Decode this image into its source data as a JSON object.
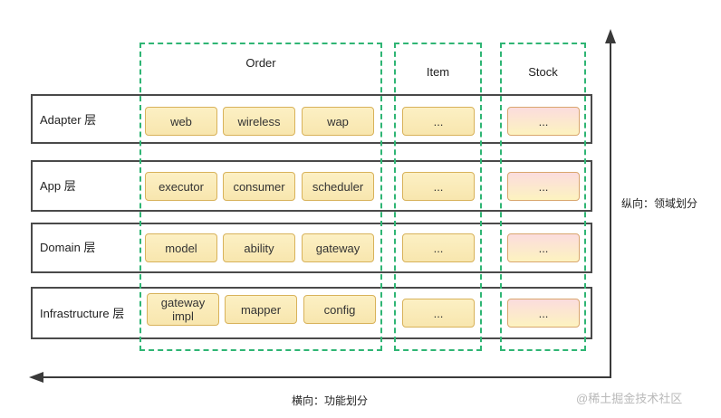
{
  "layers": [
    "Adapter 层",
    "App 层",
    "Domain 层",
    "Infrastructure 层"
  ],
  "domains": {
    "order": "Order",
    "item": "Item",
    "stock": "Stock"
  },
  "order_cells": {
    "adapter": [
      "web",
      "wireless",
      "wap"
    ],
    "app": [
      "executor",
      "consumer",
      "scheduler"
    ],
    "domain": [
      "model",
      "ability",
      "gateway"
    ],
    "infrastructure": [
      "gateway\nimpl",
      "mapper",
      "config"
    ]
  },
  "placeholder": "...",
  "axes": {
    "vertical": "纵向：领域划分",
    "horizontal": "横向：功能划分"
  },
  "watermark": "@稀土掘金技术社区",
  "colors": {
    "dashed_green": "#2fb574",
    "cell_yellow": "#fcf0c4",
    "cell_pink": "#fbdcde",
    "line": "#4a4a4a"
  }
}
